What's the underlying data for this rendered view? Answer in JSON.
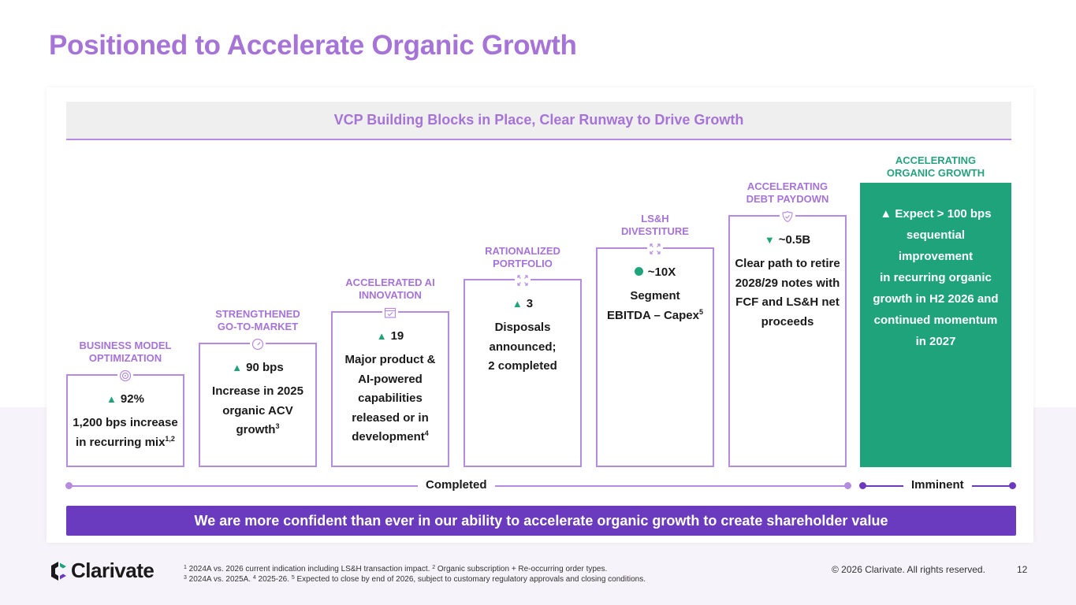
{
  "page": {
    "title": "Positioned to Accelerate Organic Growth",
    "banner": "VCP Building Blocks in Place, Clear Runway to Drive Growth",
    "bottom_message": "We are more confident than ever in our ability to accelerate organic growth to create shareholder value"
  },
  "colors": {
    "accent_purple": "#a673d6",
    "bar_purple": "#6a3bbf",
    "green": "#1fa37a"
  },
  "steps": [
    {
      "label_line1": "BUSINESS MODEL",
      "label_line2": "OPTIMIZATION",
      "icon": "target-icon",
      "indicator": "up",
      "metric": "92%",
      "desc_lines": [
        "1,200 bps increase",
        "in recurring mix"
      ],
      "desc_sup": "1,2"
    },
    {
      "label_line1": "STRENGTHENED",
      "label_line2": "GO-TO-MARKET",
      "icon": "speedometer-icon",
      "indicator": "up",
      "metric": "90 bps",
      "desc_lines": [
        "Increase in 2025",
        "organic ACV",
        "growth"
      ],
      "desc_sup": "3"
    },
    {
      "label_line1": "ACCELERATED AI",
      "label_line2": "INNOVATION",
      "icon": "calendar-check-icon",
      "indicator": "up",
      "metric": "19",
      "desc_lines": [
        "Major product &",
        "AI-powered",
        "capabilities",
        "released or in",
        "development"
      ],
      "desc_sup": "4"
    },
    {
      "label_line1": "RATIONALIZED",
      "label_line2": "PORTFOLIO",
      "icon": "expand-icon",
      "indicator": "up",
      "metric": "3",
      "desc_lines": [
        "Disposals",
        "announced;",
        "2 completed"
      ],
      "desc_sup": ""
    },
    {
      "label_line1": "LS&H",
      "label_line2": "DIVESTITURE",
      "icon": "expand-icon",
      "indicator": "dot",
      "metric": "~10X",
      "desc_lines": [
        "Segment",
        "EBITDA – Capex"
      ],
      "desc_sup": "5"
    },
    {
      "label_line1": "ACCELERATING",
      "label_line2": "DEBT PAYDOWN",
      "icon": "shield-check-icon",
      "indicator": "down",
      "metric": "~0.5B",
      "desc_lines": [
        "Clear path to retire",
        "2028/29 notes with",
        "FCF and LS&H net",
        "proceeds"
      ],
      "desc_sup": ""
    }
  ],
  "final_step": {
    "label_line1": "ACCELERATING",
    "label_line2": "ORGANIC GROWTH",
    "lines": [
      "▲ Expect > 100 bps",
      "sequential improvement",
      "in recurring organic",
      "growth in H2 2026 and",
      "continued momentum",
      "in 2027"
    ]
  },
  "timeline": {
    "completed_label": "Completed",
    "imminent_label": "Imminent"
  },
  "footer": {
    "logo_text": "Clarivate",
    "footnote1_parts": [
      "1",
      " 2024A vs. 2026 current indication including LS&H transaction impact.  ",
      "2",
      " Organic subscription + Re-occurring order types."
    ],
    "footnote2_parts": [
      "3",
      " 2024A vs. 2025A.  ",
      "4",
      " 2025-26.  ",
      "5",
      " Expected to close by end of 2026, subject to customary regulatory approvals and closing conditions."
    ],
    "copyright": "© 2026 Clarivate. All rights reserved.",
    "page_number": "12"
  }
}
